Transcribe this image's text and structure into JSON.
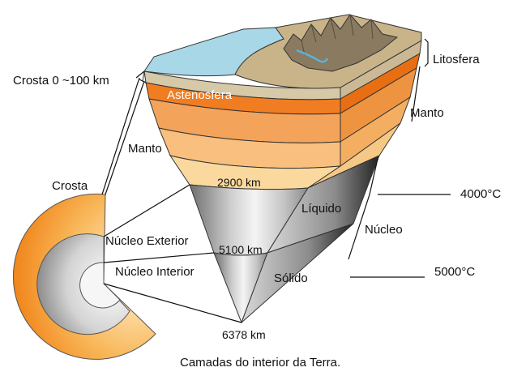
{
  "labels": {
    "crust_depth": "Crosta 0 ~100 km",
    "lithosphere": "Litosfera",
    "asthenosphere": "Astenosfera",
    "mantle_right": "Manto",
    "mantle_left": "Manto",
    "crust": "Crosta",
    "depth_2900": "2900 km",
    "liquid": "Líquido",
    "temp_4000": "4000°C",
    "core": "Núcleo",
    "outer_core": "Núcleo Exterior",
    "depth_5100": "5100 km",
    "inner_core": "Núcleo Interior",
    "solid": "Sólido",
    "temp_5000": "5000°C",
    "depth_6378": "6378 km",
    "caption": "Camadas do interior da Terra."
  },
  "colors": {
    "ocean": "#a8d8e8",
    "land": "#c9b48a",
    "mountain": "#8a7a60",
    "crust_band": "#d6c9a8",
    "asthenosphere": "#f07d22",
    "mantle_upper": "#f4a35a",
    "mantle_mid": "#f8bf7e",
    "mantle_lower": "#fbd99e",
    "outer_core": "#b8b8b8",
    "inner_core": "#e8e8e8",
    "river": "#5ab4e0"
  }
}
